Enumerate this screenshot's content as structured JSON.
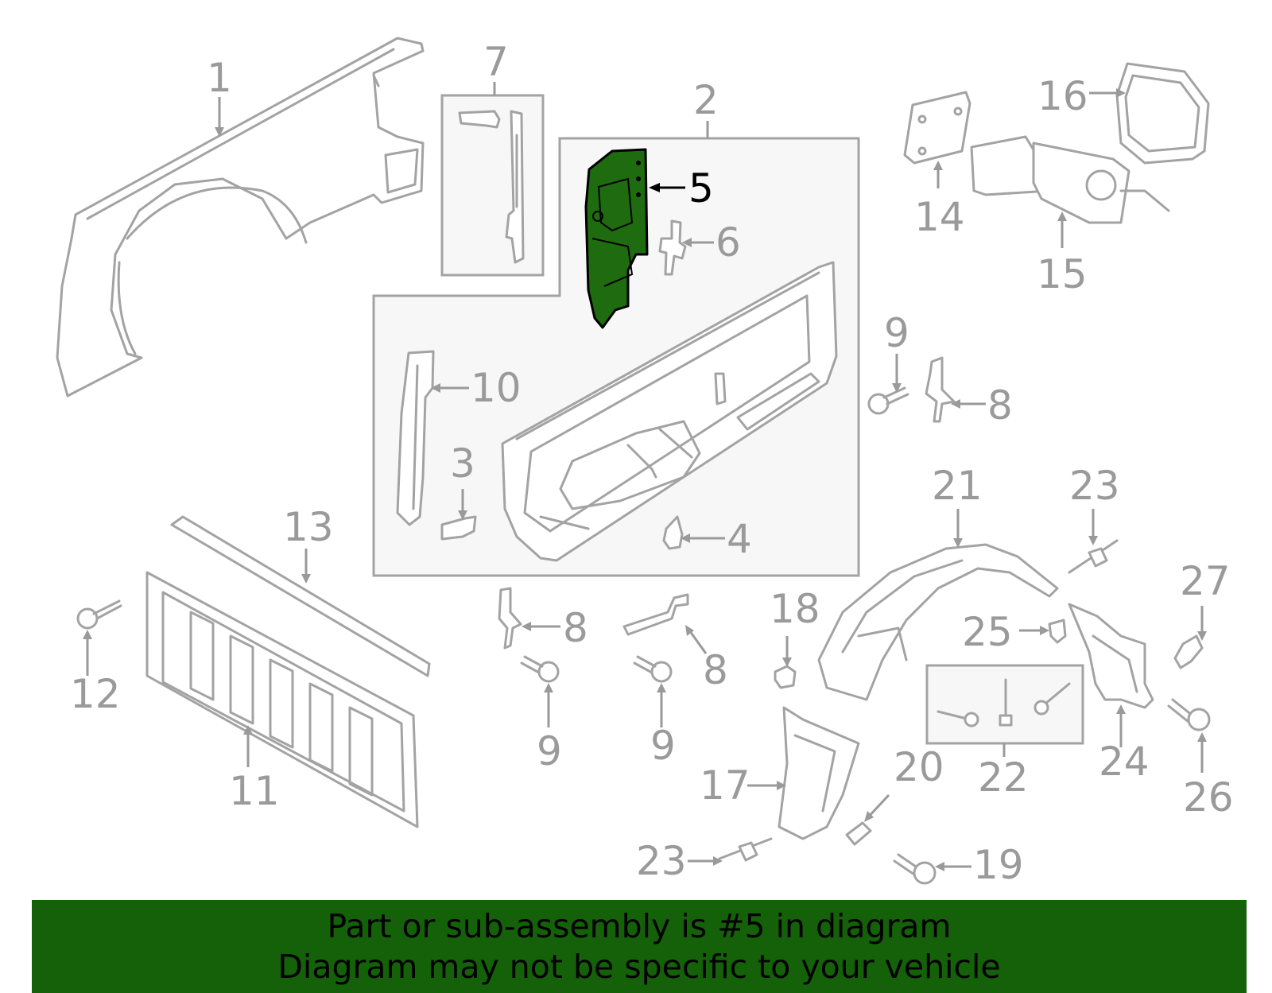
{
  "diagram": {
    "highlighted_part": "5",
    "highlight_color": "#1f6b10",
    "line_color": "#a3a3a3",
    "callouts": [
      "1",
      "2",
      "3",
      "4",
      "5",
      "6",
      "7",
      "8",
      "8",
      "8",
      "9",
      "9",
      "9",
      "10",
      "11",
      "12",
      "13",
      "14",
      "15",
      "16",
      "17",
      "18",
      "19",
      "20",
      "21",
      "22",
      "23",
      "23",
      "24",
      "25",
      "26",
      "27"
    ]
  },
  "banner": {
    "line1": "Part or sub-assembly is #5 in diagram",
    "line2": "Diagram may not be specific to your vehicle",
    "background": "#156109"
  }
}
